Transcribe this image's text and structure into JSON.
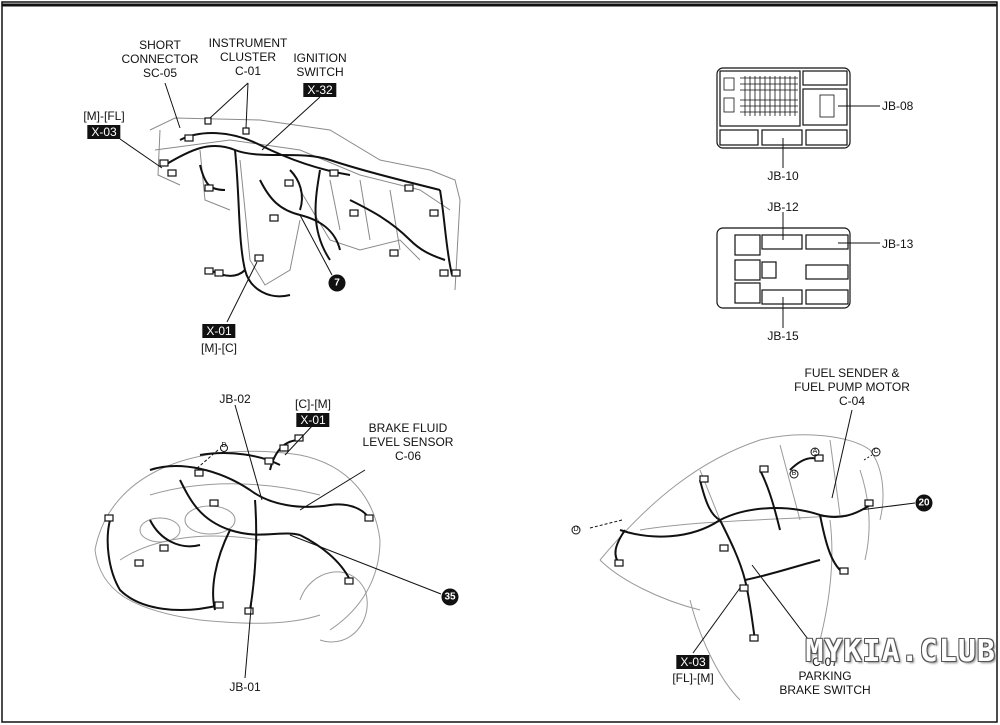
{
  "labels": {
    "short_connector": [
      "SHORT",
      "CONNECTOR",
      "SC-05"
    ],
    "instrument_cluster": [
      "INSTRUMENT",
      "CLUSTER",
      "C-01"
    ],
    "ignition_switch": [
      "IGNITION",
      "SWITCH"
    ],
    "ignition_tag": "X-32",
    "m_fl": "[M]-[FL]",
    "m_fl_tag": "X-03",
    "x01_tag": "X-01",
    "m_c": "[M]-[C]",
    "num_7": "7",
    "jb08": "JB-08",
    "jb10": "JB-10",
    "jb12": "JB-12",
    "jb13": "JB-13",
    "jb15": "JB-15",
    "jb02": "JB-02",
    "c_m": "[C]-[M]",
    "c_m_tag": "X-01",
    "brake_fluid": [
      "BRAKE FLUID",
      "LEVEL SENSOR",
      "C-06"
    ],
    "num_35": "35",
    "jb01": "JB-01",
    "fuel_sender": [
      "FUEL SENDER &",
      "FUEL PUMP MOTOR",
      "C-04"
    ],
    "num_20": "20",
    "fl_m_tag": "X-03",
    "fl_m": "[FL]-[M]",
    "parking": [
      "C-07",
      "PARKING",
      "BRAKE SWITCH"
    ],
    "letter_a": "A",
    "letter_b": "B",
    "letter_c": "C",
    "letter_d": "D"
  },
  "watermark": "MYKIA.CLUB",
  "colors": {
    "ink": "#111111",
    "sketch": "#9a9a9a",
    "background": "#ffffff"
  }
}
